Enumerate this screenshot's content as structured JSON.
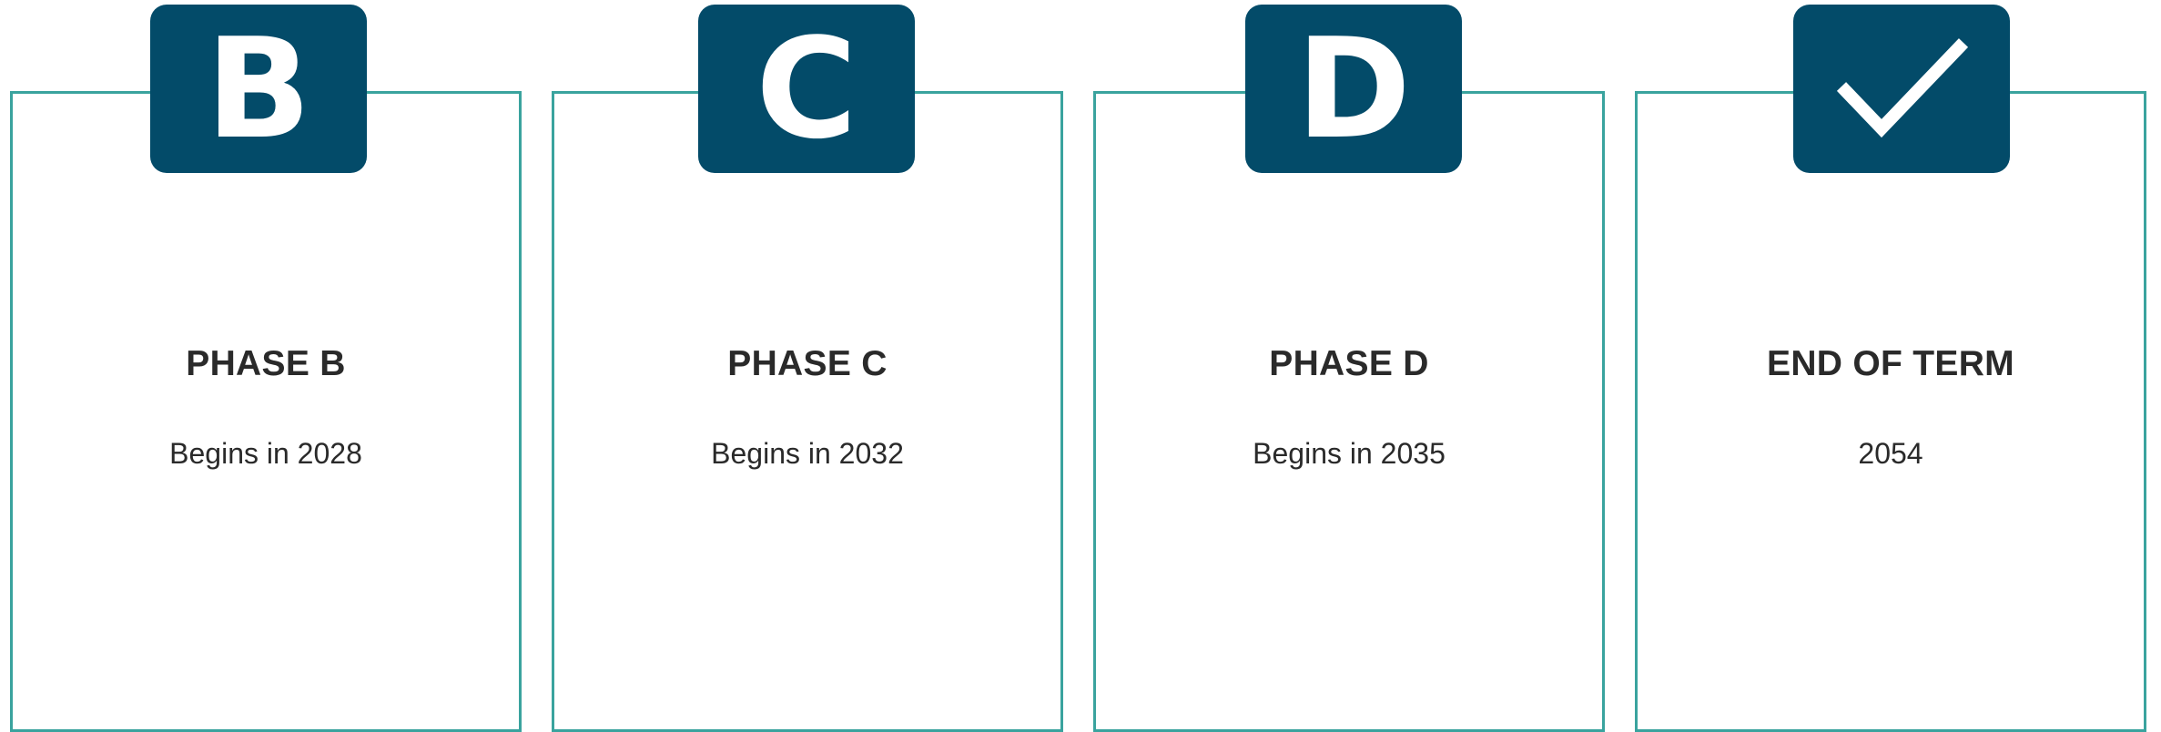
{
  "colors": {
    "card_border": "#3aa39e",
    "badge_bg": "#034b69",
    "badge_fg": "#ffffff",
    "text": "#2a2a2a"
  },
  "cards": [
    {
      "badge_letter": "B",
      "title": "PHASE B",
      "subtitle": "Begins in 2028"
    },
    {
      "badge_letter": "C",
      "title": "PHASE C",
      "subtitle": "Begins in 2032"
    },
    {
      "badge_letter": "D",
      "title": "PHASE D",
      "subtitle": "Begins in 2035"
    },
    {
      "badge_icon": "checkmark-icon",
      "title": "END OF TERM",
      "subtitle": "2054"
    }
  ]
}
